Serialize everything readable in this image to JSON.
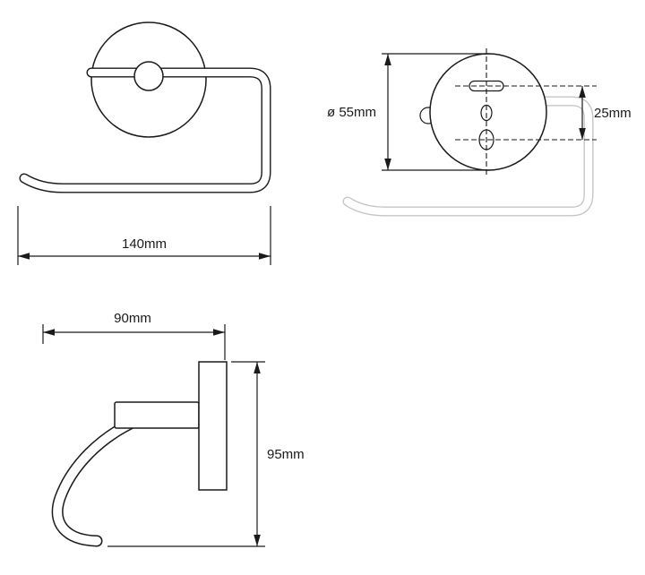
{
  "views": {
    "front": {
      "width": "140mm"
    },
    "back": {
      "diameter": "ø 55mm",
      "hole_spacing": "25mm"
    },
    "side": {
      "depth": "90mm",
      "height": "95mm"
    }
  },
  "colors": {
    "line": "#1a1a1a",
    "ghost_line": "#c6c6c6",
    "background": "#ffffff"
  }
}
